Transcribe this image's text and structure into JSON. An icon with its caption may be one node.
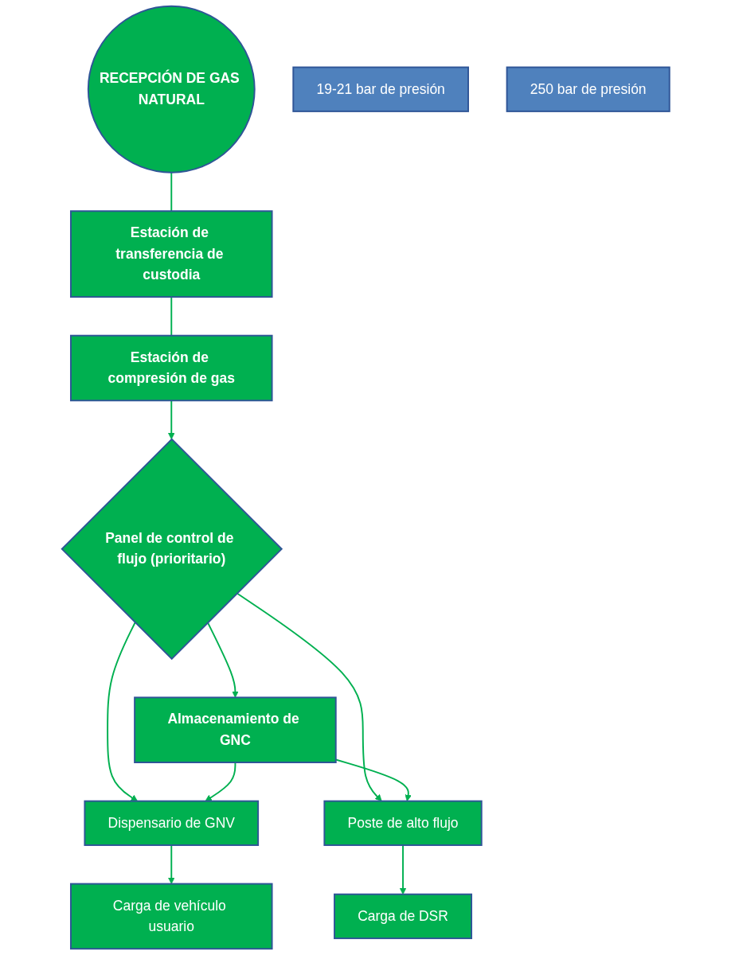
{
  "diagram": {
    "nodes": [
      {
        "text": [
          "RECEPCIÓN DE GAS NATURAL"
        ]
      },
      {
        "text": [
          "19-21 bar de presión"
        ]
      },
      {
        "text": [
          "Estación de transferencia de custodia"
        ]
      },
      {
        "text": [
          "Estación de compresión de gas"
        ]
      },
      {
        "text": [
          "250 bar de presión"
        ]
      },
      {
        "text": [
          "Panel de control de flujo (prioritario)"
        ]
      },
      {
        "text": [
          "Almacenamiento de GNC"
        ]
      },
      {
        "text": [
          "Dispensario de GNV"
        ]
      },
      {
        "text": [
          "Poste de alto flujo"
        ]
      },
      {
        "text": [
          "Carga de vehículo usuario"
        ]
      },
      {
        "text": [
          "Carga de DSR"
        ]
      }
    ],
    "edges": [
      {
        "from": 0,
        "to": 2,
        "arrow": "none"
      },
      {
        "from": 2,
        "to": 3,
        "arrow": "none"
      },
      {
        "from": 3,
        "to": 5,
        "arrow": "to"
      },
      {
        "from": 5,
        "to": 6,
        "arrow": "to"
      },
      {
        "from": 5,
        "to": 7,
        "arrow": "to"
      },
      {
        "from": 5,
        "to": 8,
        "arrow": "to"
      },
      {
        "from": 6,
        "to": 7,
        "arrow": "to"
      },
      {
        "from": 6,
        "to": 8,
        "arrow": "to"
      },
      {
        "from": 7,
        "to": 9,
        "arrow": "to"
      },
      {
        "from": 8,
        "to": 10,
        "arrow": "to"
      }
    ]
  }
}
